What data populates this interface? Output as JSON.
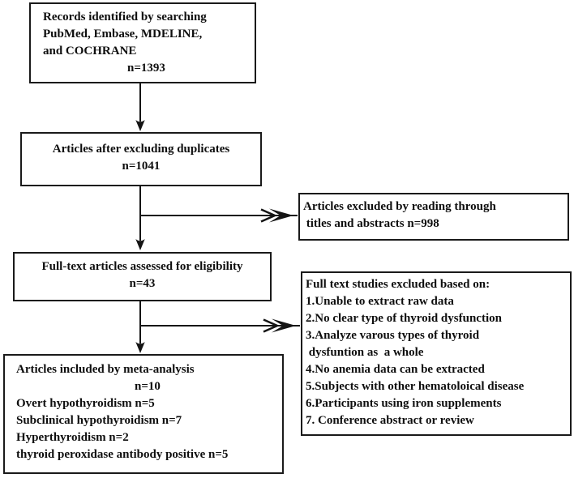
{
  "diagram": {
    "type": "flowchart",
    "subject": "meta-analysis study selection (PRISMA-style)",
    "colors": {
      "background": "#ffffff",
      "box_border": "#1a1a1a",
      "text": "#0e0e0e",
      "arrow": "#141414"
    },
    "boxes": {
      "records": {
        "lines": [
          "Records identified by searching",
          "PubMed, Embase, MDELINE,",
          "and COCHRANE",
          "n=1393"
        ]
      },
      "dedup": {
        "lines": [
          "Articles after excluding duplicates",
          "n=1041"
        ]
      },
      "fulltext": {
        "lines": [
          "Full-text articles assessed for eligibility",
          "n=43"
        ]
      },
      "included": {
        "lines": [
          "Articles included by meta-analysis",
          "n=10",
          "Overt hypothyroidism n=5",
          "Subclinical hypothyroidism n=7",
          "Hyperthyroidism n=2",
          "thyroid peroxidase antibody positive n=5"
        ]
      },
      "excluded_titles": {
        "lines": [
          "Articles excluded by reading through",
          " titles and abstracts n=998"
        ]
      },
      "excluded_fulltext": {
        "lines": [
          "Full text studies excluded based on:",
          "1.Unable to extract raw data",
          "2.No clear type of thyroid dysfunction",
          "3.Analyze varous types of thyroid",
          " dysfuntion as  a whole",
          "4.No anemia data can be extracted",
          "5.Subjects with other hematoloical disease",
          "6.Participants using iron supplements",
          "7. Conference abstract or review"
        ]
      }
    }
  }
}
